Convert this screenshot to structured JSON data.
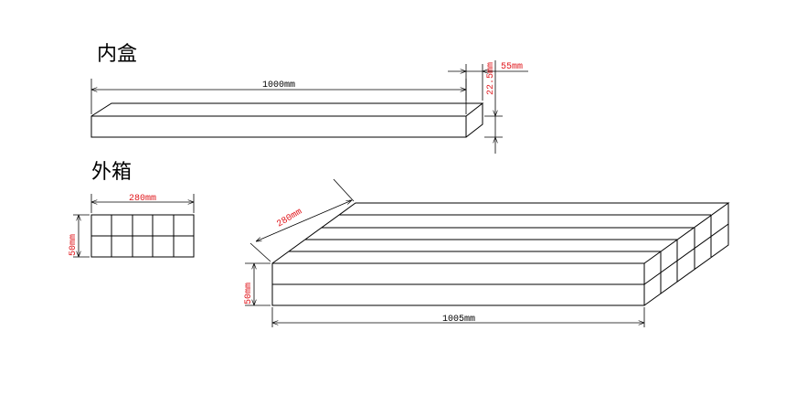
{
  "titles": {
    "inner_box": "内盒",
    "outer_box": "外箱"
  },
  "inner_box": {
    "length_label": "1000mm",
    "height_label": "22.5mm",
    "width_label": "55mm"
  },
  "outer_box": {
    "front_width_label": "280mm",
    "front_height_label": "50mm",
    "depth_label": "280mm",
    "height_label": "50mm",
    "length_label": "1005mm",
    "grid": {
      "rows": 2,
      "cols": 5
    }
  },
  "colors": {
    "line": "#000000",
    "dimension_text": "#e0161b",
    "label_text": "#000000"
  }
}
